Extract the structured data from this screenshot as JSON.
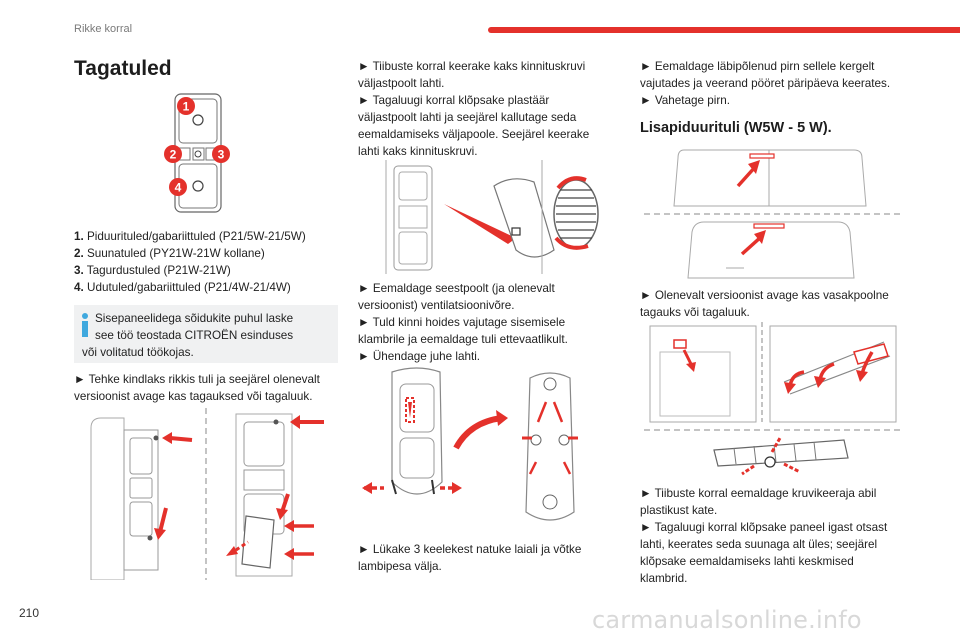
{
  "header": {
    "section": "Rikke korral",
    "page_number": "210"
  },
  "watermark": "carmanualsonline.info",
  "section_title": "Tagatuled",
  "callouts": [
    "1",
    "2",
    "3",
    "4"
  ],
  "lamp_list": [
    {
      "num": "1.",
      "text": "Piduurituled/gabariittuled (P21/5W-21/5W)"
    },
    {
      "num": "2.",
      "text": "Suunatuled (PY21W-21W kollane)"
    },
    {
      "num": "3.",
      "text": "Tagurdustuled (P21W-21W)"
    },
    {
      "num": "4.",
      "text": "Udutuled/gabariittuled (P21/4W-21/4W)"
    }
  ],
  "info_box": {
    "lines": [
      "Sisepaneelidega sõidukite puhul laske",
      "see töö teostada CITROËN esinduses",
      "või volitatud töökojas."
    ]
  },
  "col1_para": [
    "► Tehke kindlaks rikkis tuli ja seejärel olenevalt",
    "versioonist avage kas tagauksed või tagaluuk."
  ],
  "col2_para1": [
    "► Tiibuste korral keerake kaks kinnituskruvi",
    "väljastpoolt lahti.",
    "► Tagaluugi korral klõpsake plastäär",
    "väljastpoolt lahti ja seejärel kallutage seda",
    "eemaldamiseks väljapoole. Seejärel keerake",
    "lahti kaks kinnituskruvi."
  ],
  "col2_para2": [
    "► Eemaldage seestpoolt (ja olenevalt",
    "versioonist) ventilatsioonivõre.",
    "► Tuld kinni hoides vajutage sisemisele",
    "klambrile ja eemaldage tuli ettevaatlikult.",
    "► Ühendage juhe lahti."
  ],
  "col2_para3": [
    "► Lükake 3 keelekest natuke laiali ja võtke",
    "lambipesa välja."
  ],
  "col3_para1": [
    "► Eemaldage läbipõlenud pirn sellele kergelt",
    "vajutades ja veerand pööret päripäeva keerates.",
    "► Vahetage pirn."
  ],
  "subsection_title": "Lisapiduurituli (W5W - 5 W).",
  "col3_para2": [
    "► Olenevalt versioonist avage kas vasakpoolne",
    "tagauks või tagaluuk."
  ],
  "col3_para3": [
    "► Tiibuste korral eemaldage kruvikeeraja abil",
    "plastikust kate.",
    "► Tagaluugi korral klõpsake paneel igast otsast",
    "lahti, keerates seda suunaga alt üles; seejärel",
    "klõpsake eemaldamiseks lahti keskmised",
    "klambrid."
  ],
  "colors": {
    "accent": "#e4312b",
    "info_icon": "#3fa8de",
    "info_bg": "#f0f1f2"
  }
}
